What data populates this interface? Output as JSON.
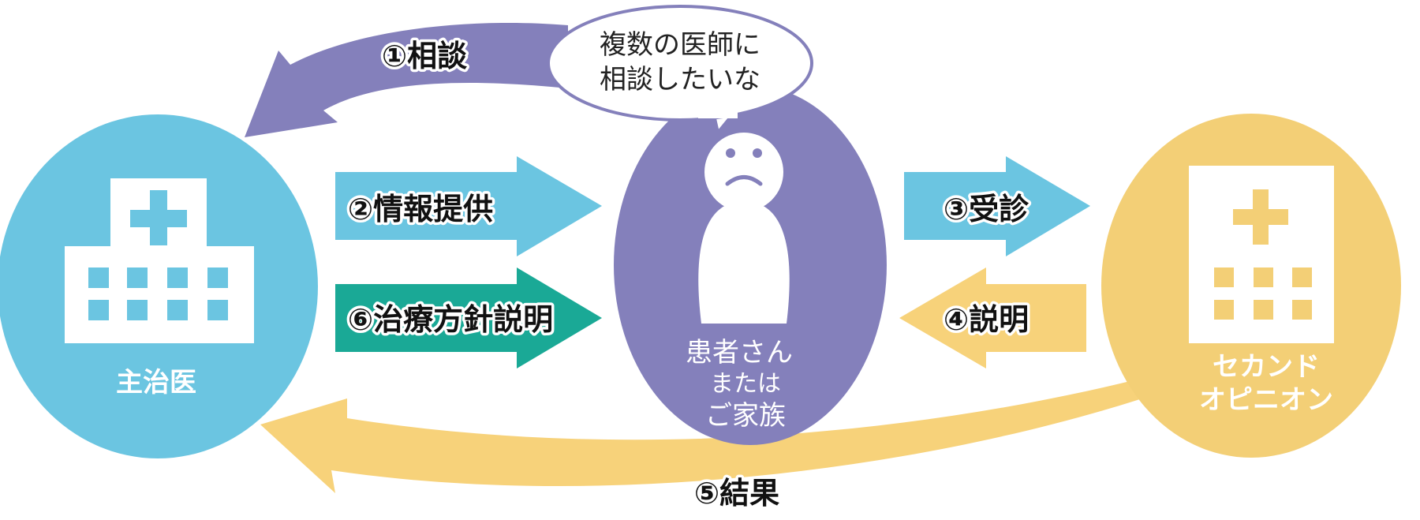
{
  "colors": {
    "primary_doctor": "#6bc5e1",
    "second_opinion": "#f3cf76",
    "patient": "#8480bb",
    "explain_arrow": "#f7d27a",
    "result_arrow": "#f7d27a",
    "policy_arrow": "#1aa996",
    "bubble_border": "#8480bb"
  },
  "nodes": {
    "primary_doctor": {
      "label": "主治医",
      "icon": "hospital-icon"
    },
    "patient": {
      "line1": "患者さん",
      "line2": "または",
      "line3": "ご家族",
      "icon": "worried-person-icon"
    },
    "second_opinion": {
      "line1": "セカンド",
      "line2": "オピニオン",
      "icon": "hospital-icon"
    }
  },
  "bubble": {
    "line1": "複数の医師に",
    "line2": "相談したいな"
  },
  "arrows": {
    "consult": "①相談",
    "info": "②情報提供",
    "visit": "③受診",
    "explain": "④説明",
    "result": "⑤結果",
    "policy": "⑥治療方針説明"
  }
}
